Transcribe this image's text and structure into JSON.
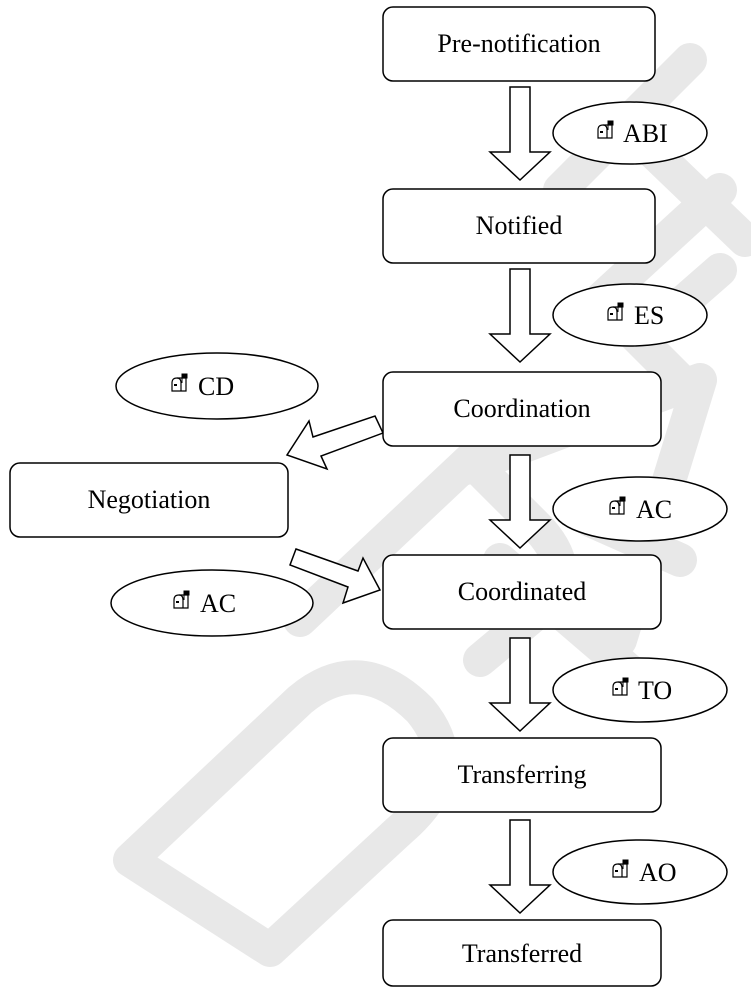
{
  "watermark": {
    "text": "DRAFT",
    "color": "#e8e8e8"
  },
  "mailbox_icon": "mailbox-icon",
  "states": {
    "pre_notification": "Pre-notification",
    "notified": "Notified",
    "coordination": "Coordination",
    "negotiation": "Negotiation",
    "coordinated": "Coordinated",
    "transferring": "Transferring",
    "transferred": "Transferred"
  },
  "messages": {
    "abi": "ABI",
    "es": "ES",
    "cd": "CD",
    "ac_main": "AC",
    "ac_negotiation": "AC",
    "to": "TO",
    "ao": "AO"
  }
}
